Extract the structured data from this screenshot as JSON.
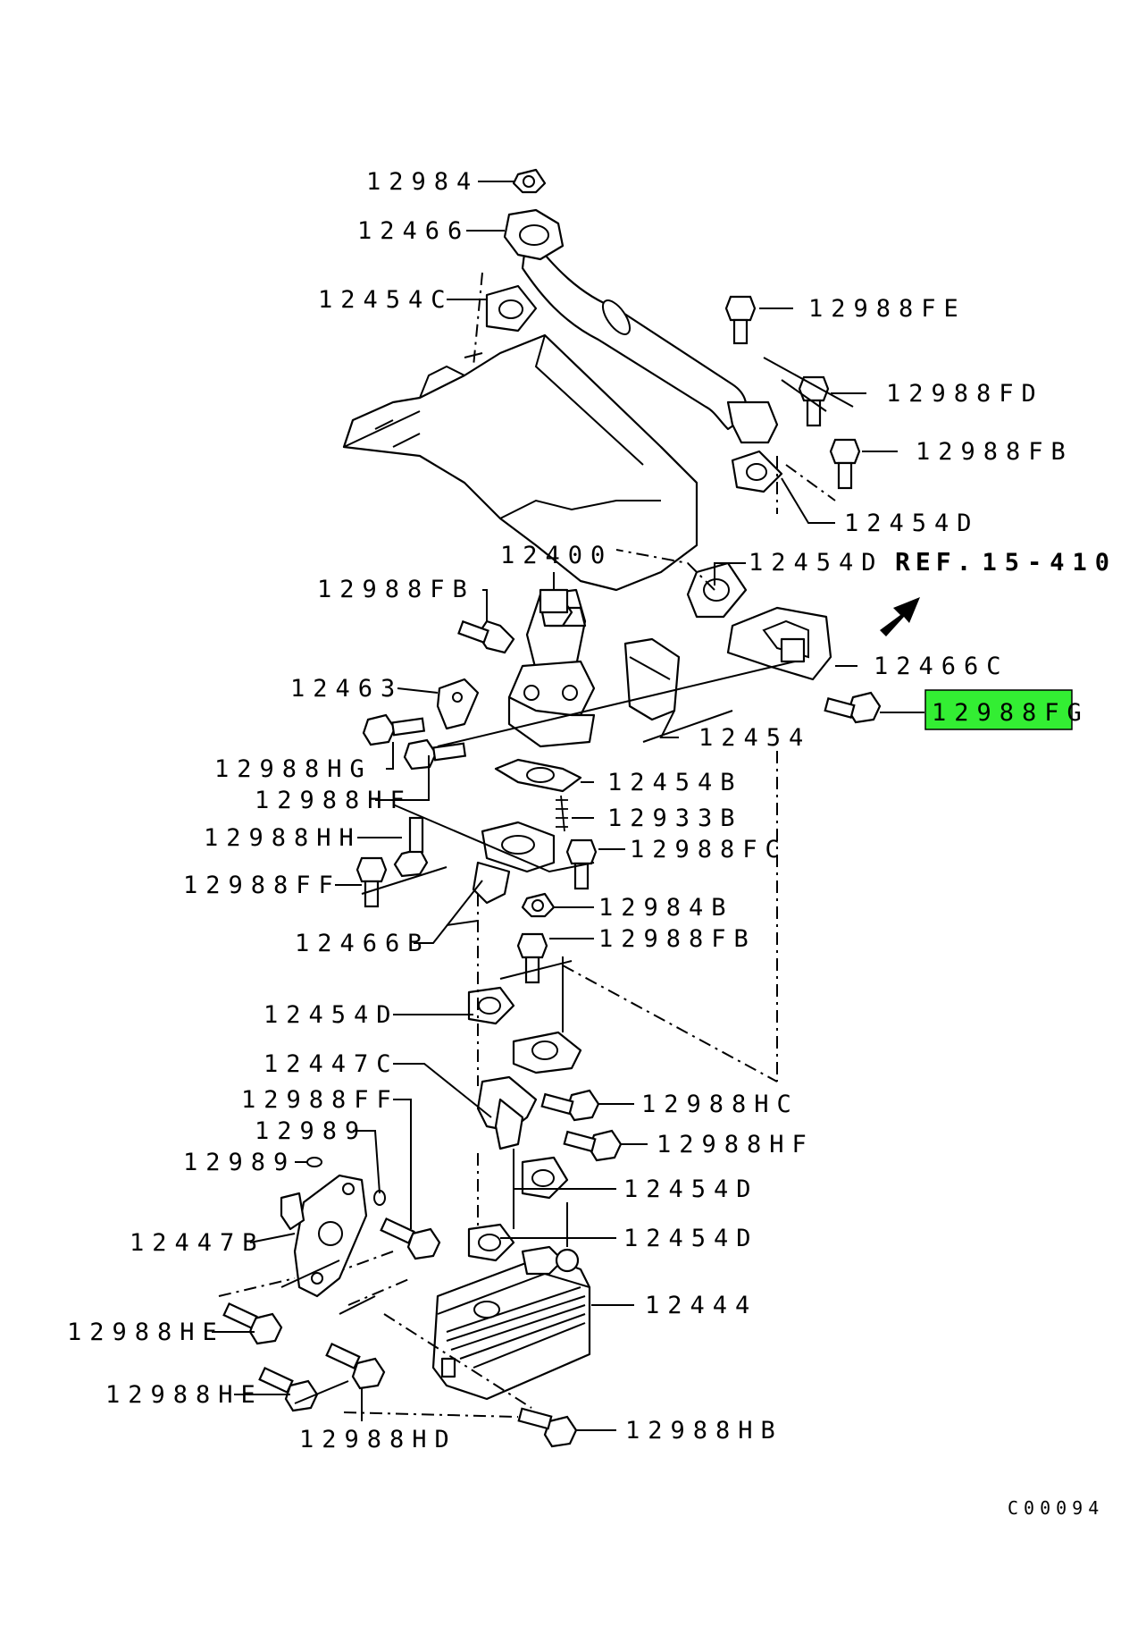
{
  "diagram": {
    "highlight_color": "#33ee33",
    "catalog_code": "C00094",
    "reference": {
      "prefix": "REF.",
      "number": "15-410"
    },
    "labels": [
      "12984",
      "12466",
      "12454C",
      "12988FE",
      "12988FD",
      "12988FB",
      "12454D",
      "12400",
      "12454D",
      "12988FB",
      "12466C",
      "12988FG",
      "12463",
      "12454",
      "12988HG",
      "12988HF",
      "12454B",
      "12933B",
      "12988HH",
      "12988FC",
      "12988FF",
      "12984B",
      "12466B",
      "12988FB",
      "12454D",
      "12447C",
      "12988HC",
      "12988FF",
      "12988HF",
      "12989",
      "12989",
      "12454D",
      "12454D",
      "12447B",
      "12444",
      "12988HE",
      "12988HE",
      "12988HD",
      "12988HB"
    ],
    "highlighted_label": "12988FG"
  }
}
